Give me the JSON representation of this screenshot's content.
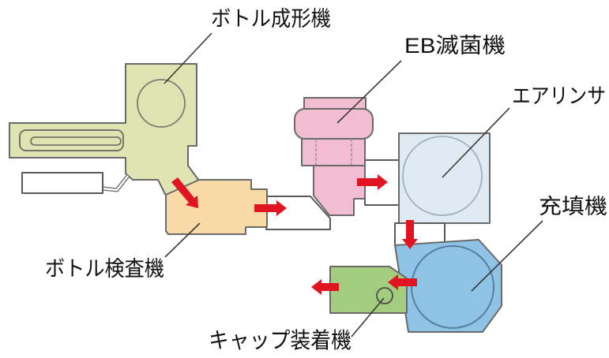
{
  "figure": {
    "type": "equipment-layout-flow-diagram",
    "machines": [
      {
        "id": "bottle-former",
        "label": "ボトル成形機",
        "color": "#e0e4b3"
      },
      {
        "id": "bottle-inspector",
        "label": "ボトル検査機",
        "color": "#f8daa6"
      },
      {
        "id": "eb-sterilizer",
        "label": "EB滅菌機",
        "color": "#f2bcd1"
      },
      {
        "id": "air-rinser",
        "label": "エアリンサ",
        "color": "#dfeaf3"
      },
      {
        "id": "filler",
        "label": "充填機",
        "color": "#8fc3e6"
      },
      {
        "id": "capper",
        "label": "キャップ装着機",
        "color": "#a3cc7f"
      }
    ],
    "flows": [
      {
        "from": "bottle-former",
        "to": "bottle-inspector",
        "direction": "down-right"
      },
      {
        "from": "bottle-inspector",
        "to": "eb-sterilizer",
        "direction": "right"
      },
      {
        "from": "eb-sterilizer",
        "to": "air-rinser",
        "direction": "right"
      },
      {
        "from": "air-rinser",
        "to": "filler",
        "direction": "down"
      },
      {
        "from": "filler",
        "to": "capper",
        "direction": "left"
      },
      {
        "from": "capper",
        "to": "outfeed",
        "direction": "left"
      }
    ],
    "colors": {
      "arrow": "#e11422",
      "outline": "#6a6a6a",
      "label_text": "#111111"
    }
  }
}
